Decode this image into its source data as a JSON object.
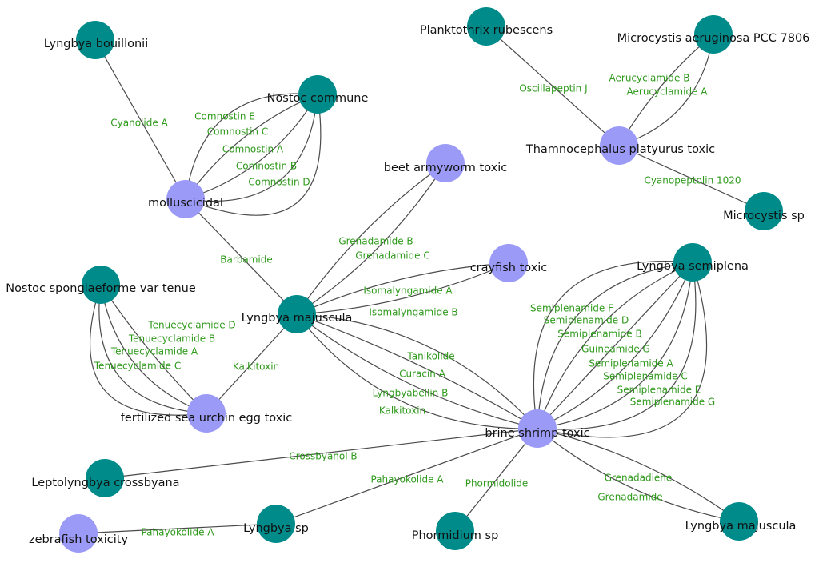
{
  "colors": {
    "organism_node": "#008b8b",
    "activity_node": "#9b9bf7",
    "edge": "#4a4a4a",
    "edge_label": "#2f9a1c",
    "node_label": "#111111"
  },
  "nodes": [
    {
      "id": "lyngbya_bouillonii",
      "label": "Lyngbya bouillonii",
      "kind": "organism"
    },
    {
      "id": "nostoc_commune",
      "label": "Nostoc commune",
      "kind": "organism"
    },
    {
      "id": "molluscicidal",
      "label": "molluscicidal",
      "kind": "activity"
    },
    {
      "id": "planktothrix",
      "label": "Planktothrix rubescens",
      "kind": "organism"
    },
    {
      "id": "microcystis_pcc",
      "label": "Microcystis aeruginosa PCC 7806",
      "kind": "organism"
    },
    {
      "id": "thamnocephalus",
      "label": "Thamnocephalus platyurus toxic",
      "kind": "activity"
    },
    {
      "id": "microcystis_sp",
      "label": "Microcystis sp",
      "kind": "organism"
    },
    {
      "id": "beet_armyworm",
      "label": "beet armyworm toxic",
      "kind": "activity"
    },
    {
      "id": "crayfish",
      "label": "crayfish toxic",
      "kind": "activity"
    },
    {
      "id": "lyngbya_majuscula",
      "label": "Lyngbya majuscula",
      "kind": "organism"
    },
    {
      "id": "nostoc_spongiae",
      "label": "Nostoc spongiaeforme var tenue",
      "kind": "organism"
    },
    {
      "id": "sea_urchin",
      "label": "fertilized sea urchin egg toxic",
      "kind": "activity"
    },
    {
      "id": "lyngbya_semiplena",
      "label": "Lyngbya semiplena",
      "kind": "organism"
    },
    {
      "id": "brine_shrimp",
      "label": "brine shrimp toxic",
      "kind": "activity"
    },
    {
      "id": "leptolyngbya",
      "label": "Leptolyngbya crossbyana",
      "kind": "organism"
    },
    {
      "id": "zebrafish",
      "label": "zebrafish toxicity",
      "kind": "activity"
    },
    {
      "id": "lyngbya_sp",
      "label": "Lyngbya sp",
      "kind": "organism"
    },
    {
      "id": "phormidium",
      "label": "Phormidium sp",
      "kind": "organism"
    },
    {
      "id": "lyngbya_majuscula_2",
      "label": "Lyngbya majuscula",
      "kind": "organism"
    }
  ],
  "edges": [
    {
      "source": "lyngbya_bouillonii",
      "target": "molluscicidal",
      "label": "Cyanolide A"
    },
    {
      "source": "nostoc_commune",
      "target": "molluscicidal",
      "label": "Comnostin E"
    },
    {
      "source": "nostoc_commune",
      "target": "molluscicidal",
      "label": "Comnostin C"
    },
    {
      "source": "nostoc_commune",
      "target": "molluscicidal",
      "label": "Comnostin A"
    },
    {
      "source": "nostoc_commune",
      "target": "molluscicidal",
      "label": "Comnostin B"
    },
    {
      "source": "nostoc_commune",
      "target": "molluscicidal",
      "label": "Comnostin D"
    },
    {
      "source": "molluscicidal",
      "target": "lyngbya_majuscula",
      "label": "Barbamide"
    },
    {
      "source": "planktothrix",
      "target": "thamnocephalus",
      "label": "Oscillapeptin J"
    },
    {
      "source": "microcystis_pcc",
      "target": "thamnocephalus",
      "label": "Aerucyclamide B"
    },
    {
      "source": "microcystis_pcc",
      "target": "thamnocephalus",
      "label": "Aerucyclamide A"
    },
    {
      "source": "thamnocephalus",
      "target": "microcystis_sp",
      "label": "Cyanopeptolin 1020"
    },
    {
      "source": "beet_armyworm",
      "target": "lyngbya_majuscula",
      "label": "Grenadamide B"
    },
    {
      "source": "beet_armyworm",
      "target": "lyngbya_majuscula",
      "label": "Grenadamide C"
    },
    {
      "source": "crayfish",
      "target": "lyngbya_majuscula",
      "label": "Isomalyngamide A"
    },
    {
      "source": "crayfish",
      "target": "lyngbya_majuscula",
      "label": "Isomalyngamide B"
    },
    {
      "source": "nostoc_spongiae",
      "target": "sea_urchin",
      "label": "Tenuecyclamide D"
    },
    {
      "source": "nostoc_spongiae",
      "target": "sea_urchin",
      "label": "Tenuecyclamide B"
    },
    {
      "source": "nostoc_spongiae",
      "target": "sea_urchin",
      "label": "Tenuecyclamide A"
    },
    {
      "source": "nostoc_spongiae",
      "target": "sea_urchin",
      "label": "Tenuecyclamide C"
    },
    {
      "source": "lyngbya_majuscula",
      "target": "sea_urchin",
      "label": "Kalkitoxin"
    },
    {
      "source": "lyngbya_majuscula",
      "target": "brine_shrimp",
      "label": "Tanikolide"
    },
    {
      "source": "lyngbya_majuscula",
      "target": "brine_shrimp",
      "label": "Curacin A"
    },
    {
      "source": "lyngbya_majuscula",
      "target": "brine_shrimp",
      "label": "Lyngbyabellin B"
    },
    {
      "source": "lyngbya_majuscula",
      "target": "brine_shrimp",
      "label": "Kalkitoxin"
    },
    {
      "source": "lyngbya_semiplena",
      "target": "brine_shrimp",
      "label": "Semiplenamide F"
    },
    {
      "source": "lyngbya_semiplena",
      "target": "brine_shrimp",
      "label": "Semiplenamide D"
    },
    {
      "source": "lyngbya_semiplena",
      "target": "brine_shrimp",
      "label": "Semiplenamide B"
    },
    {
      "source": "lyngbya_semiplena",
      "target": "brine_shrimp",
      "label": "Guineamide G"
    },
    {
      "source": "lyngbya_semiplena",
      "target": "brine_shrimp",
      "label": "Semiplenamide A"
    },
    {
      "source": "lyngbya_semiplena",
      "target": "brine_shrimp",
      "label": "Semiplenamide C"
    },
    {
      "source": "lyngbya_semiplena",
      "target": "brine_shrimp",
      "label": "Semiplenamide E"
    },
    {
      "source": "lyngbya_semiplena",
      "target": "brine_shrimp",
      "label": "Semiplenamide G"
    },
    {
      "source": "leptolyngbya",
      "target": "brine_shrimp",
      "label": "Crossbyanol B"
    },
    {
      "source": "lyngbya_sp",
      "target": "brine_shrimp",
      "label": "Pahayokolide A"
    },
    {
      "source": "phormidium",
      "target": "brine_shrimp",
      "label": "Phormidolide"
    },
    {
      "source": "brine_shrimp",
      "target": "lyngbya_majuscula_2",
      "label": "Grenadadiene"
    },
    {
      "source": "brine_shrimp",
      "target": "lyngbya_majuscula_2",
      "label": "Grenadamide"
    },
    {
      "source": "zebrafish",
      "target": "lyngbya_sp",
      "label": "Pahayokolide A"
    }
  ]
}
